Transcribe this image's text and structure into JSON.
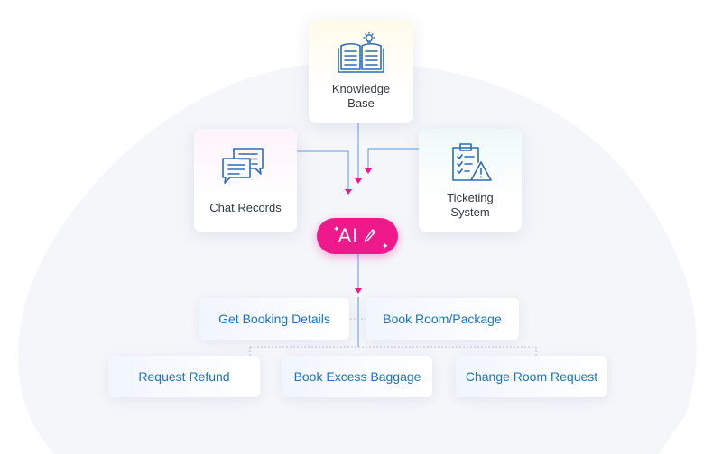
{
  "sources": {
    "knowledge_base": {
      "label_line1": "Knowledge",
      "label_line2": "Base",
      "icon": "open-book-lightbulb-icon"
    },
    "chat_records": {
      "label": "Chat Records",
      "icon": "chat-bubbles-icon"
    },
    "ticketing_system": {
      "label_line1": "Ticketing",
      "label_line2": "System",
      "icon": "clipboard-warning-icon"
    }
  },
  "ai": {
    "label": "AI",
    "icon": "magic-pen-icon"
  },
  "outputs": {
    "row1": [
      "Get Booking Details",
      "Book Room/Package"
    ],
    "row2": [
      "Request Refund",
      "Book Excess Baggage",
      "Change Room Request"
    ]
  },
  "colors": {
    "accent": "#ee1a8c",
    "connector": "#4a90e2",
    "output_text": "#1b73c5",
    "icon_stroke": "#2b6cb8",
    "background_blob": "#f3f5f9"
  }
}
